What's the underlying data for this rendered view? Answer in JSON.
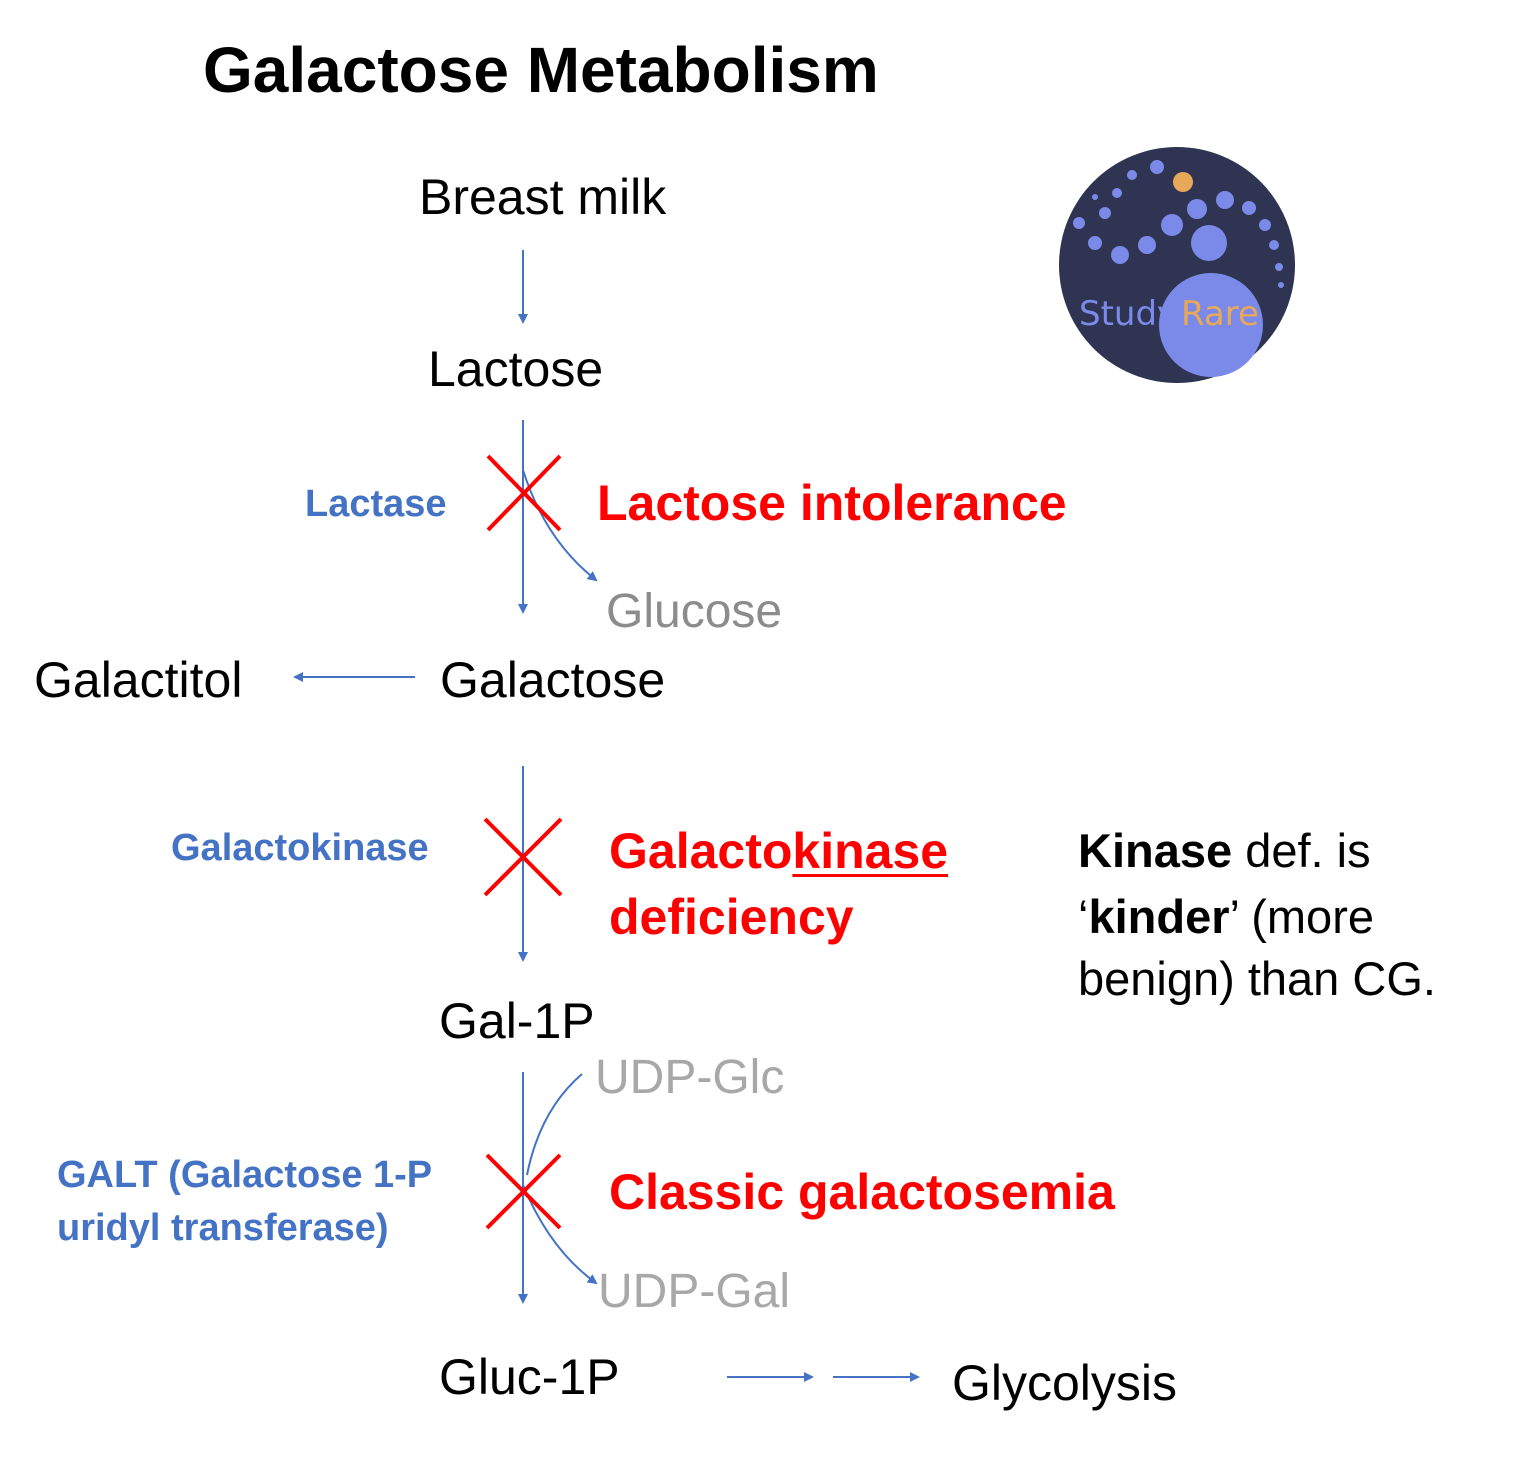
{
  "title": "Galactose Metabolism",
  "metabolites": {
    "breast_milk": "Breast milk",
    "lactose": "Lactose",
    "galactose": "Galactose",
    "galactitol": "Galactitol",
    "gal_1p": "Gal-1P",
    "gluc_1p": "Gluc-1P",
    "glycolysis": "Glycolysis"
  },
  "side_products": {
    "glucose": "Glucose",
    "udp_glc": "UDP-Glc",
    "udp_gal": "UDP-Gal"
  },
  "enzymes": {
    "lactase": "Lactase",
    "galactokinase": "Galactokinase",
    "galt_line1": "GALT (Galactose 1-P",
    "galt_line2": "uridyl transferase)"
  },
  "diseases": {
    "lactose_intolerance": "Lactose intolerance",
    "galactokinase_deficiency_part1": "Galacto",
    "galactokinase_deficiency_part2": "kinase",
    "galactokinase_deficiency_line2": "deficiency",
    "classic_galactosemia": "Classic galactosemia"
  },
  "note": {
    "line1_bold": "Kinase",
    "line1_rest": " def. is",
    "line2_open": "‘",
    "line2_bold": "kinder",
    "line2_rest": "’ (more",
    "line3": "benign) than CG."
  },
  "logo": {
    "text_part1": "Study",
    "text_part2": "Rare"
  },
  "colors": {
    "arrow": "#4472c4",
    "block": "#ff0000",
    "logo_bg": "#2e3452",
    "logo_dots": "#7b8ae8",
    "logo_accent": "#e8a85a"
  }
}
